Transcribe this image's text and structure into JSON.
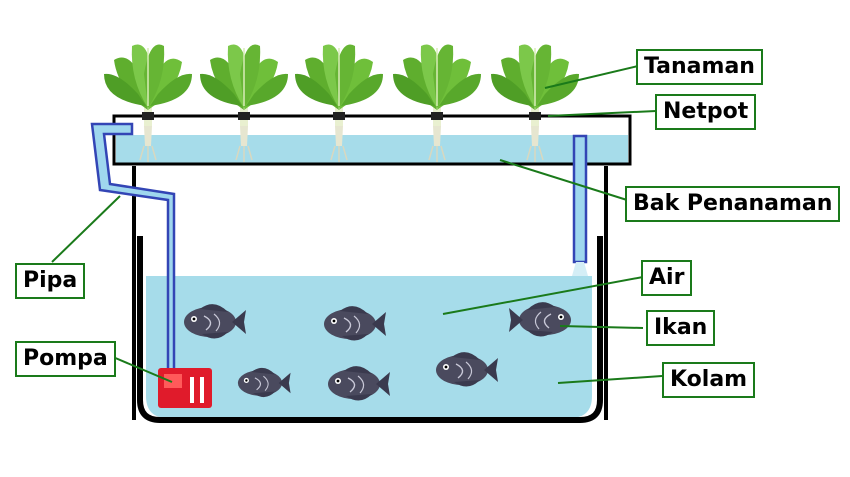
{
  "labels": {
    "tanaman": "Tanaman",
    "netpot": "Netpot",
    "bak_penanaman": "Bak Penanaman",
    "pipa": "Pipa",
    "air": "Air",
    "ikan": "Ikan",
    "pompa": "Pompa",
    "kolam": "Kolam"
  },
  "colors": {
    "water": "#a6dcea",
    "pipe_outline": "#3345b5",
    "pipe_fill": "#9fd7ee",
    "leader_line": "#1a7a1a",
    "pump": "#e01b2b",
    "tank_wall": "#000000",
    "fish": "#4a4a5e",
    "plant_leaf": "#6fbf3a"
  },
  "icons": {
    "plant": "lettuce-plant-icon",
    "fish": "gourami-fish-icon",
    "pump": "water-pump-icon"
  }
}
